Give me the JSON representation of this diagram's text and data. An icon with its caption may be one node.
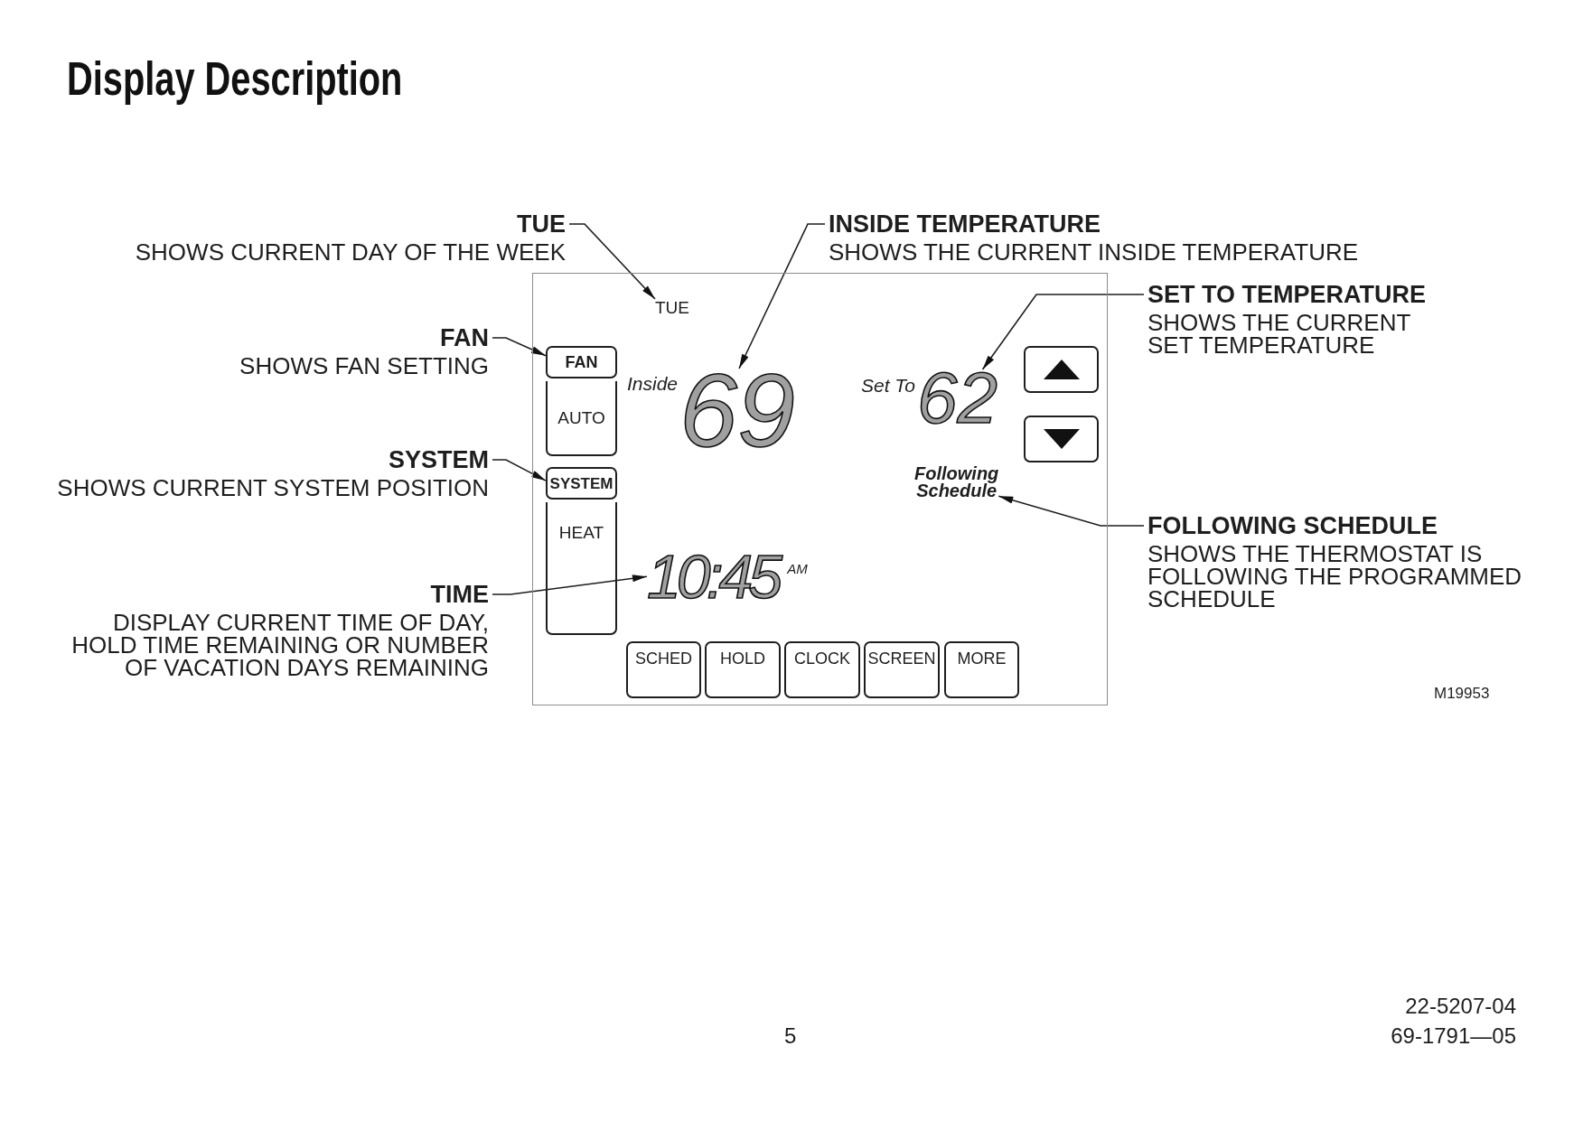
{
  "diagram": {
    "title": "Display Description",
    "nodes": [
      {
        "text": [
          "TUE",
          "SHOWS CURRENT DAY OF THE WEEK"
        ]
      },
      {
        "text": [
          "INSIDE TEMPERATURE",
          "SHOWS THE CURRENT INSIDE TEMPERATURE"
        ]
      },
      {
        "text": [
          "SET TO TEMPERATURE",
          "SHOWS THE CURRENT SET TEMPERATURE"
        ]
      },
      {
        "text": [
          "FAN",
          "SHOWS FAN SETTING"
        ]
      },
      {
        "text": [
          "SYSTEM",
          "SHOWS CURRENT SYSTEM POSITION"
        ]
      },
      {
        "text": [
          "FOLLOWING SCHEDULE",
          "SHOWS THE THERMOSTAT IS FOLLOWING THE PROGRAMMED SCHEDULE"
        ]
      },
      {
        "text": [
          "TIME",
          "DISPLAY CURRENT TIME OF DAY, HOLD TIME REMAINING OR NUMBER OF VACATION DAYS REMAINING"
        ]
      },
      {
        "text": [],
        "shape": "box"
      },
      {
        "text": [
          "TUE"
        ],
        "in": 7
      },
      {
        "text": [
          "FAN"
        ],
        "in": 7
      },
      {
        "text": [],
        "shape": "box",
        "in": 7
      },
      {
        "text": [
          "69"
        ],
        "beside": [
          "Inside"
        ],
        "in": 7
      },
      {
        "text": [
          "62"
        ],
        "beside": [
          "Set To"
        ],
        "in": 7
      },
      {
        "text": [
          "AUTO"
        ],
        "in": 7
      },
      {
        "text": [],
        "shape": "box",
        "in": 7
      },
      {
        "text": [
          "SYSTEM"
        ],
        "in": 7
      },
      {
        "text": [
          "Following Schedule"
        ],
        "in": 7
      },
      {
        "text": [
          "HEAT"
        ],
        "in": 7
      },
      {
        "text": [
          "10:45"
        ],
        "beside": [
          "AM"
        ],
        "in": 7
      },
      {
        "text": [
          "SCHED"
        ],
        "in": 7
      },
      {
        "text": [
          "HOLD"
        ],
        "in": 7
      },
      {
        "text": [
          "CLOCK"
        ],
        "in": 7
      },
      {
        "text": [
          "SCREEN"
        ],
        "in": 7
      },
      {
        "text": [
          "MORE"
        ],
        "in": 7
      }
    ],
    "edges": [
      {
        "from": 0,
        "to": 8,
        "arrow": "to"
      },
      {
        "from": 1,
        "to": 11,
        "arrow": "to"
      },
      {
        "from": 2,
        "to": 12,
        "arrow": "to"
      },
      {
        "from": 3,
        "to": 9,
        "arrow": "to"
      },
      {
        "from": 4,
        "to": 15,
        "arrow": "to"
      },
      {
        "from": 5,
        "to": 16,
        "arrow": "to"
      },
      {
        "from": 6,
        "to": 18,
        "arrow": "to"
      }
    ],
    "labels": [
      "M19953",
      "22-5207-04",
      "5",
      "69-1791—05"
    ]
  }
}
